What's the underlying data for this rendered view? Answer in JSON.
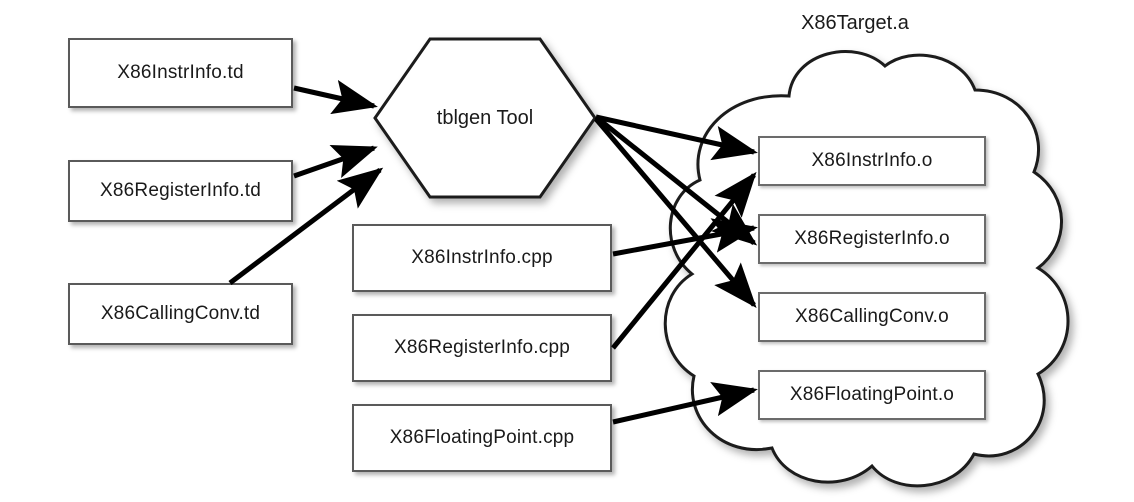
{
  "diagram": {
    "title": "X86Target.a",
    "tool": {
      "label": "tblgen Tool",
      "shape": "hexagon"
    },
    "inputs_td": [
      {
        "label": "X86InstrInfo.td"
      },
      {
        "label": "X86RegisterInfo.td"
      },
      {
        "label": "X86CallingConv.td"
      }
    ],
    "inputs_cpp": [
      {
        "label": "X86InstrInfo.cpp"
      },
      {
        "label": "X86RegisterInfo.cpp"
      },
      {
        "label": "X86FloatingPoint.cpp"
      }
    ],
    "outputs_o": [
      {
        "label": "X86InstrInfo.o"
      },
      {
        "label": "X86RegisterInfo.o"
      },
      {
        "label": "X86CallingConv.o"
      },
      {
        "label": "X86FloatingPoint.o"
      }
    ],
    "edges": [
      {
        "from": "X86InstrInfo.td",
        "to": "tblgen Tool"
      },
      {
        "from": "X86RegisterInfo.td",
        "to": "tblgen Tool"
      },
      {
        "from": "X86CallingConv.td",
        "to": "tblgen Tool"
      },
      {
        "from": "tblgen Tool",
        "to": "X86InstrInfo.o"
      },
      {
        "from": "tblgen Tool",
        "to": "X86RegisterInfo.o"
      },
      {
        "from": "tblgen Tool",
        "to": "X86CallingConv.o"
      },
      {
        "from": "X86InstrInfo.cpp",
        "to": "X86RegisterInfo.o"
      },
      {
        "from": "X86RegisterInfo.cpp",
        "to": "X86InstrInfo.o"
      },
      {
        "from": "X86FloatingPoint.cpp",
        "to": "X86FloatingPoint.o"
      }
    ],
    "colors": {
      "background": "#ffffff",
      "stroke": "#1a1a1a",
      "box_border": "#5a5a5a",
      "text": "#1a1a1a"
    }
  }
}
